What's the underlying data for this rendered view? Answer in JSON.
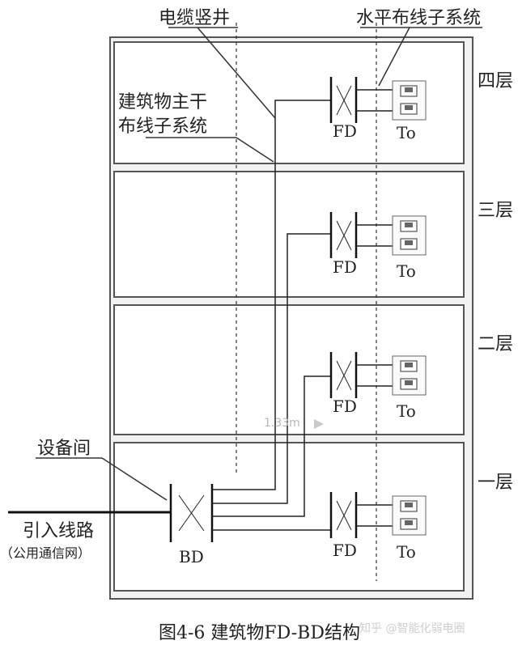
{
  "labels": {
    "shaft": "电缆竖井",
    "horizontal": "水平布线子系统",
    "backbone_line1": "建筑物主干",
    "backbone_line2": "布线子系统",
    "equipment_room": "设备间",
    "incoming_line": "引入线路",
    "public_network": "（公用通信网）",
    "bd": "BD",
    "fd": "FD",
    "to": "To",
    "floors": [
      "四层",
      "三层",
      "二层",
      "一层"
    ],
    "measurement": "1.33m",
    "caption": "图4-6  建筑物FD-BD结构",
    "watermark": "知乎 @智能化弱电圈"
  }
}
